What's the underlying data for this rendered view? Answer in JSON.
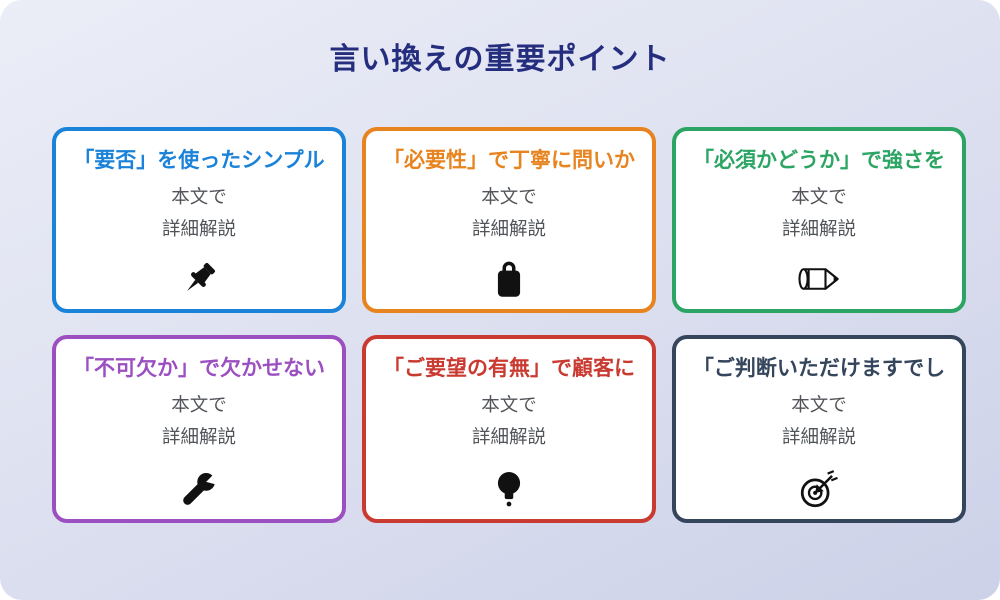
{
  "page_title": "言い換えの重要ポイント",
  "colors": {
    "background_top": "#ebedf7",
    "background_bottom": "#ccd1e8",
    "title_text": "#252e7e",
    "body_text": "#515559",
    "card_background": "#ffffff",
    "icon_color": "#111111"
  },
  "cards": [
    {
      "title": "「要否」を使ったシンプル",
      "body": [
        "本文で",
        "詳細解説"
      ],
      "icon": "pushpin-icon",
      "color": "#1a82d8"
    },
    {
      "title": "「必要性」で丁寧に問いか",
      "body": [
        "本文で",
        "詳細解説"
      ],
      "icon": "clipboard-icon",
      "color": "#e8841f"
    },
    {
      "title": "「必須かどうか」で強さを",
      "body": [
        "本文で",
        "詳細解説"
      ],
      "icon": "pencil-icon",
      "color": "#2ca564"
    },
    {
      "title": "「不可欠か」で欠かせない",
      "body": [
        "本文で",
        "詳細解説"
      ],
      "icon": "wrench-icon",
      "color": "#9b4fc0"
    },
    {
      "title": "「ご要望の有無」で顧客に",
      "body": [
        "本文で",
        "詳細解説"
      ],
      "icon": "lightbulb-icon",
      "color": "#c93a31"
    },
    {
      "title": "「ご判断いただけますでし",
      "body": [
        "本文で",
        "詳細解説"
      ],
      "icon": "target-dart-icon",
      "color": "#34455c"
    }
  ]
}
